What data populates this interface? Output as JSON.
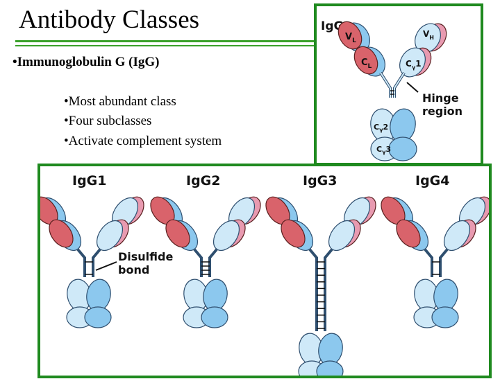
{
  "title": "Antibody Classes",
  "bullet_main": "•Immunoglobulin G (IgG)",
  "sub_bullets": [
    "•Most abundant class",
    "•Four subclasses",
    "•Activate complement system"
  ],
  "igg_panel": {
    "label": "IgG",
    "vl": "V",
    "vl_sub": "L",
    "cl": "C",
    "cl_sub": "L",
    "vh": "V",
    "vh_sub": "H",
    "cg1": "C",
    "cg1_sub": "γ",
    "cg1_num": "1",
    "cg2": "C",
    "cg2_sub": "γ",
    "cg2_num": "2",
    "cg3": "C",
    "cg3_sub": "γ",
    "cg3_num": "3",
    "hinge_line1": "Hinge",
    "hinge_line2": "region"
  },
  "subclasses": [
    "IgG1",
    "IgG2",
    "IgG3",
    "IgG4"
  ],
  "disulfide_line1": "Disulfide",
  "disulfide_line2": "bond",
  "colors": {
    "panel_border": "#1f8a1f",
    "light_chain_red": "#d9636b",
    "heavy_chain_blue": "#8cc8ee",
    "heavy_chain_light": "#cfe9f8",
    "pink": "#e89ab0"
  }
}
